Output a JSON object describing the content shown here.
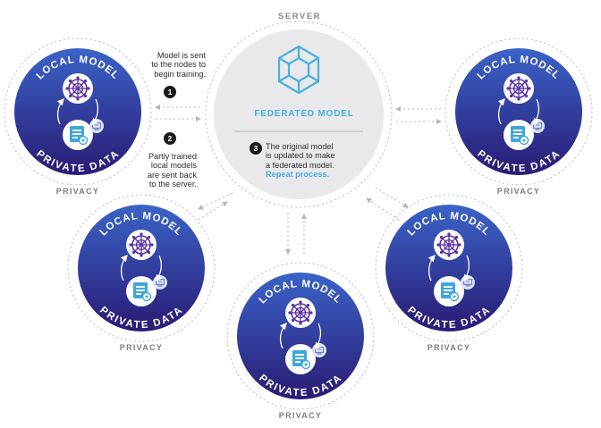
{
  "server": {
    "label": "SERVER",
    "model_title": "FEDERATED MODEL"
  },
  "steps": [
    {
      "number": "1",
      "lines": [
        "Model is sent",
        "to the nodes to",
        "begin training."
      ]
    },
    {
      "number": "2",
      "lines": [
        "Partly trained",
        "local models",
        "are sent back",
        "to the server."
      ]
    },
    {
      "number": "3",
      "lines": [
        "The original model",
        "is updated to make",
        "a federated model."
      ],
      "highlight": "Repeat process."
    }
  ],
  "node_labels": {
    "local_model": "LOCAL MODEL",
    "private_data": "PRIVATE DATA",
    "privacy": "PRIVACY"
  },
  "icons": [
    "cube-network-icon",
    "web-network-icon",
    "data-document-icon",
    "device-badge-icon",
    "cycle-arrow-icon"
  ],
  "colors": {
    "node_gradient_top": "#3a63c7",
    "node_gradient_bottom": "#2a1b74",
    "accent": "#49b0dd",
    "network_icon": "#5b2fa3",
    "server_fill": "#e9e9eb"
  }
}
